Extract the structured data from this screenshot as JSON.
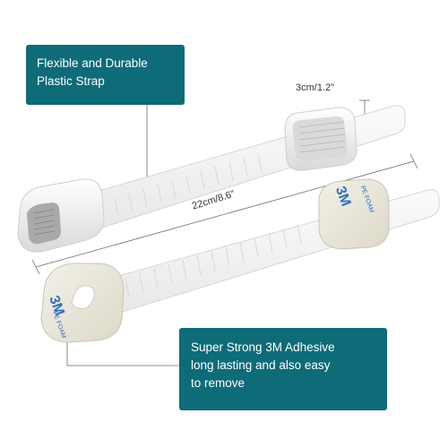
{
  "callouts": {
    "strap": {
      "line1": "Flexible and Durable",
      "line2": "Plastic Strap"
    },
    "adhesive": {
      "line1": "Super Strong 3M Adhesive",
      "line2": "long lasting and also easy",
      "line3": "to remove"
    }
  },
  "dimensions": {
    "width": "3cm/1.2\"",
    "length": "22cm/8.6\""
  },
  "pad_labels": {
    "brand": "3M",
    "foam": "PE FOAM"
  },
  "colors": {
    "callout_bg": "#0e6b78",
    "strap": "#f4f4f4",
    "pad": "#e9e6d9",
    "brand_blue": "#2f6fc4"
  }
}
